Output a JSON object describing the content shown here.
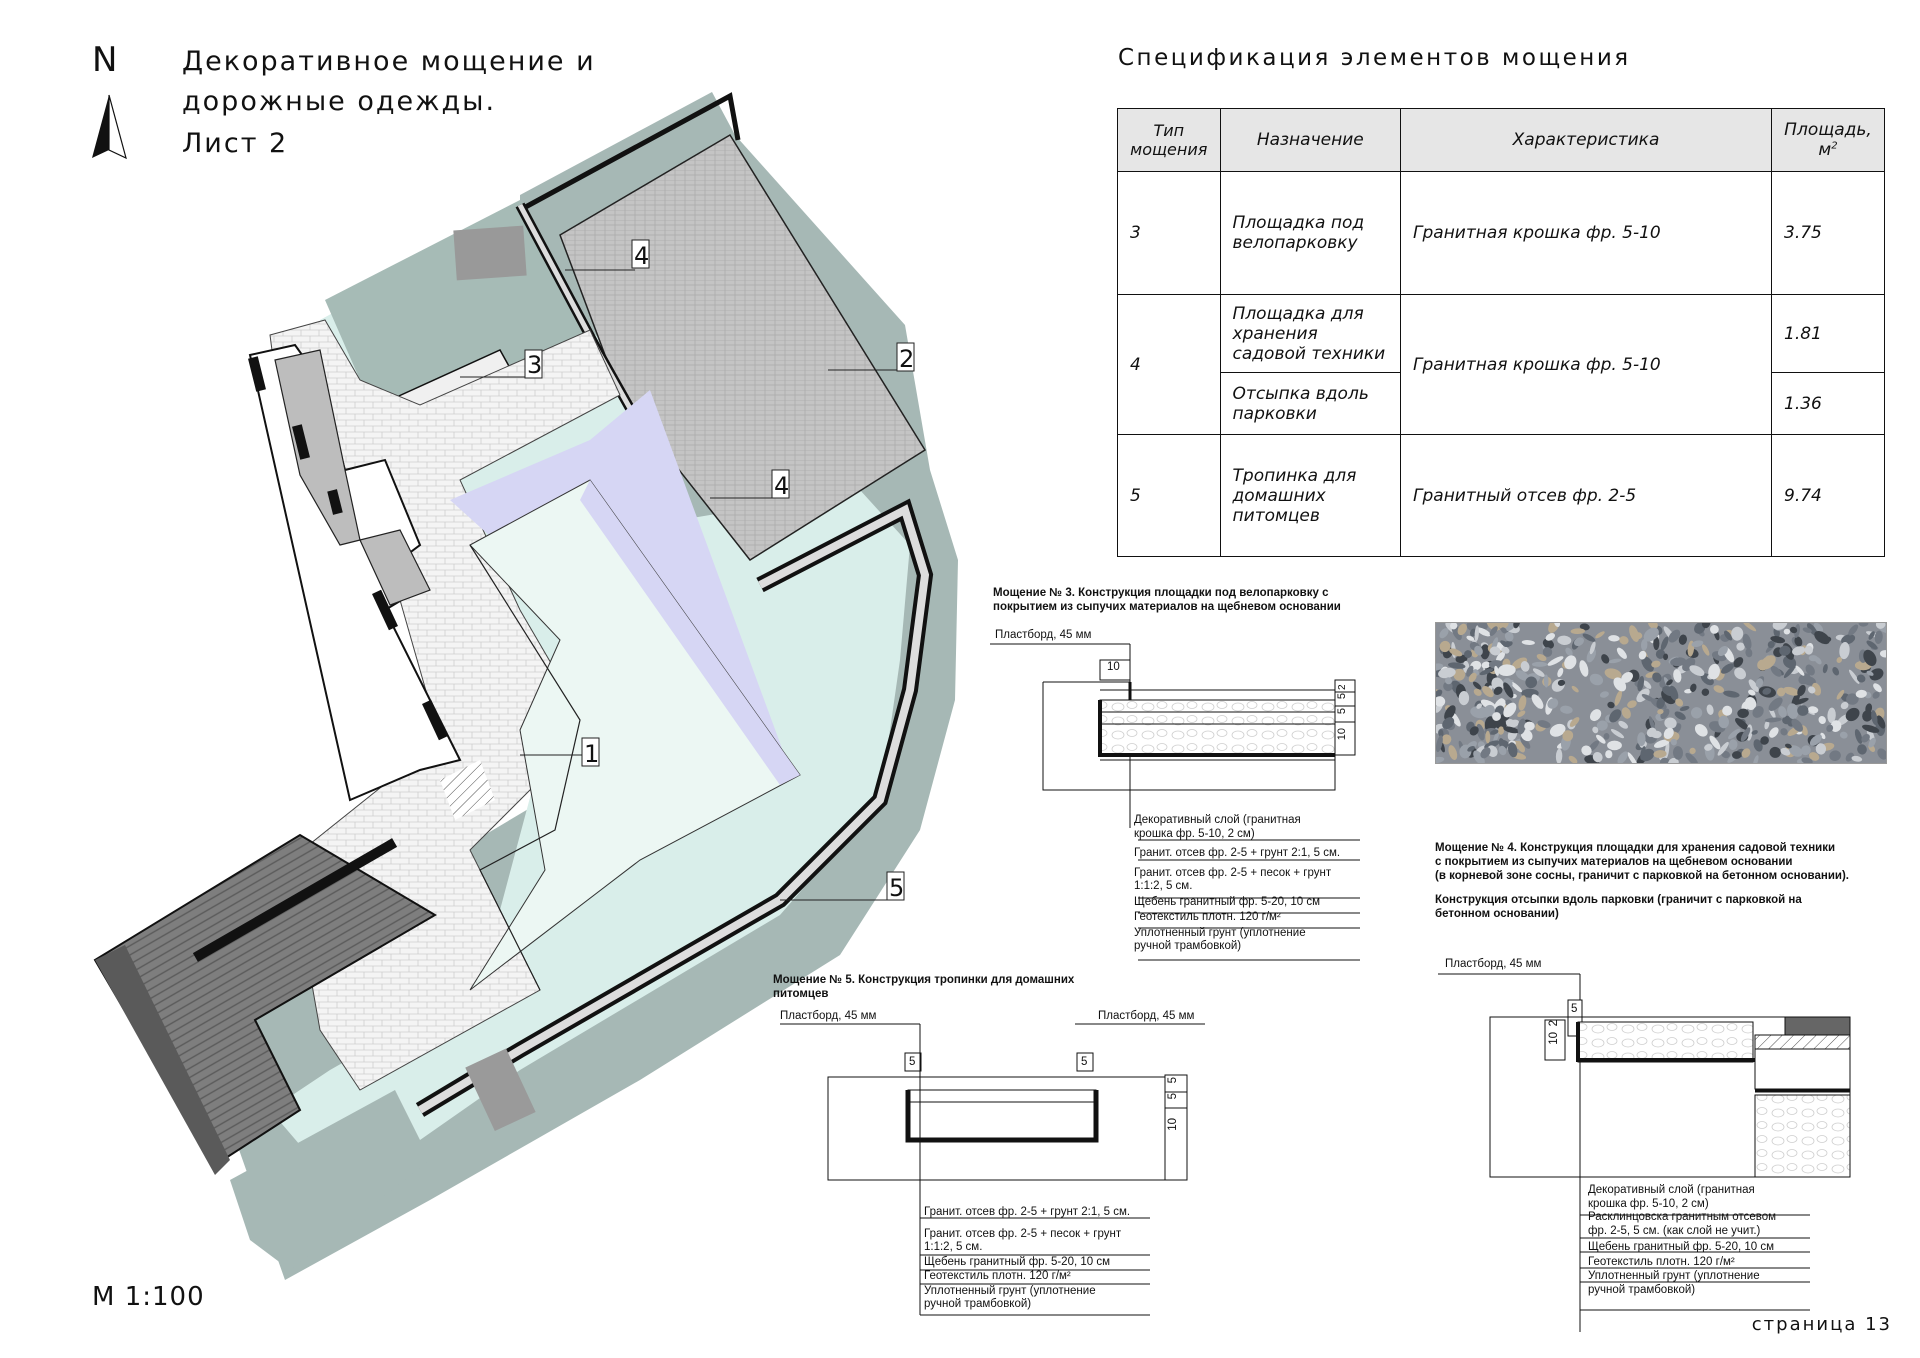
{
  "header": {
    "north": "N",
    "title_line1": "Декоративное мощение и",
    "title_line2": "дорожные одежды.",
    "title_line3": "Лист 2"
  },
  "plan": {
    "scale": "М 1:100",
    "zone_labels": [
      "1",
      "2",
      "3",
      "4",
      "4",
      "5"
    ]
  },
  "spec": {
    "title": "Спецификация элементов мощения",
    "headers": {
      "type": "Тип мощения",
      "purpose": "Назначение",
      "char": "Характеристика",
      "area": "Площадь, м",
      "area_sup": "2"
    },
    "rows": [
      {
        "type": "3",
        "purpose": "Площадка под велопарковку",
        "char": "Гранитная крошка фр. 5-10",
        "area": "3.75"
      },
      {
        "type": "4",
        "purpose_a": "Площадка для хранения садовой техники",
        "area_a": "1.81",
        "purpose_b": "Отсыпка вдоль парковки",
        "area_b": "1.36",
        "char": "Гранитная крошка фр. 5-10"
      },
      {
        "type": "5",
        "purpose": "Тропинка для домашних питомцев",
        "char": "Гранитный отсев фр. 2-5",
        "area": "9.74"
      }
    ]
  },
  "section3": {
    "caption1": "Мощение № 3. Конструкция площадки под велопарковку с",
    "caption2": "покрытием из сыпучих материалов на щебневом основании",
    "board": "Пластборд, 45 мм",
    "dim_top": "10",
    "dims": [
      "2",
      "5",
      "5",
      "10"
    ],
    "layers": [
      "Декоративный слой (гранитная",
      "крошка фр. 5-10, 2 см)",
      "Гранит. отсев фр. 2-5 + грунт 2:1, 5 см.",
      "Гранит. отсев фр. 2-5 + песок + грунт",
      "1:1:2, 5 см.",
      "Щебень гранитный фр. 5-20, 10 см",
      "Геотекстиль плотн. 120 г/м²",
      "Уплотненный грунт (уплотнение",
      "ручной трамбовкой)"
    ]
  },
  "section4": {
    "caption1": "Мощение № 4. Конструкция площадки для хранения садовой техники",
    "caption2": "с покрытием из сыпучих материалов на щебневом основании",
    "caption3": "(в корневой зоне сосны, граничит с парковкой на бетонном основании).",
    "caption4": "Конструкция отсыпки вдоль парковки (граничит с парковкой на",
    "caption5": "бетонном основании)",
    "board": "Пластборд, 45 мм",
    "dims": [
      "5",
      "2",
      "10"
    ],
    "layers": [
      "Декоративный слой (гранитная",
      "крошка фр. 5-10, 2 см)",
      "Расклинцовска гранитным отсевом",
      "фр. 2-5, 5 см. (как слой не учит.)",
      "Щебень гранитный фр. 5-20, 10 см",
      "Геотекстиль плотн. 120 г/м²",
      "Уплотненный грунт (уплотнение",
      "ручной трамбовкой)"
    ]
  },
  "section5": {
    "caption1": "Мощение № 5. Конструкция тропинки для домашних",
    "caption2": "питомцев",
    "board_left": "Пластборд, 45 мм",
    "board_right": "Пластборд, 45 мм",
    "dim_left": "5",
    "dim_right": "5",
    "dims": [
      "5",
      "5",
      "10"
    ],
    "layers": [
      "Гранит. отсев фр. 2-5 + грунт 2:1, 5 см.",
      "Гранит. отсев фр. 2-5 + песок + грунт",
      "1:1:2, 5 см.",
      "Щебень гранитный фр. 5-20, 10 см",
      "Геотекстиль плотн. 120 г/м²",
      "Уплотненный грунт (уплотнение",
      "ручной трамбовкой)"
    ]
  },
  "footer": {
    "page": "страница 13"
  },
  "colors": {
    "lawn": "#a8bab7",
    "pool_area": "#d8efe9",
    "pool": "#e9f6f2",
    "deck_blue": "#d7d6f4",
    "paving": "#f3f3f3",
    "parking": "#c6c6c6",
    "wood": "#7b7b7b"
  }
}
